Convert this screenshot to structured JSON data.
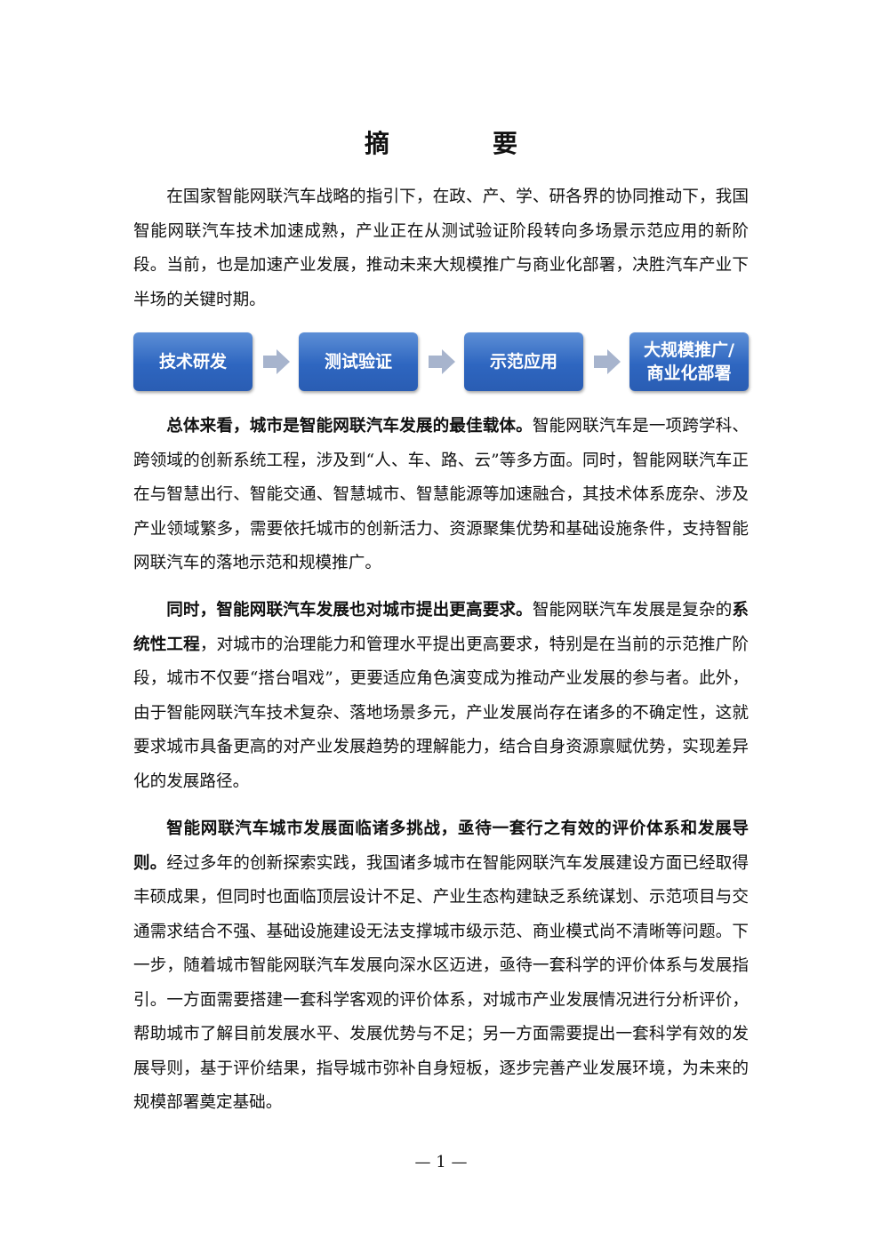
{
  "title": "摘　要",
  "intro": "在国家智能网联汽车战略的指引下，在政、产、学、研各界的协同推动下，我国智能网联汽车技术加速成熟，产业正在从测试验证阶段转向多场景示范应用的新阶段。当前，也是加速产业发展，推动未来大规模推广与商业化部署，决胜汽车产业下半场的关键时期。",
  "flow": {
    "step1": "技术研发",
    "step2": "测试验证",
    "step3": "示范应用",
    "step4_line1": "大规模推广/",
    "step4_line2": "商业化部署",
    "box_color": "#2e66c0",
    "arrow_color": "#a7b4cd"
  },
  "para2": {
    "bold": "总体来看，城市是智能网联汽车发展的最佳载体。",
    "text": "智能网联汽车是一项跨学科、跨领域的创新系统工程，涉及到“人、车、路、云”等多方面。同时，智能网联汽车正在与智慧出行、智能交通、智慧城市、智慧能源等加速融合，其技术体系庞杂、涉及产业领域繁多，需要依托城市的创新活力、资源聚集优势和基础设施条件，支持智能网联汽车的落地示范和规模推广。"
  },
  "para3": {
    "bold": "同时，智能网联汽车发展也对城市提出更高要求。",
    "text1": "智能网联汽车发展是复杂的",
    "bold2": "系统性工程",
    "text2": "，对城市的治理能力和管理水平提出更高要求，特别是在当前的示范推广阶段，城市不仅要“搭台唱戏”，更要适应角色演变成为推动产业发展的参与者。此外，由于智能网联汽车技术复杂、落地场景多元，产业发展尚存在诸多的不确定性，这就要求城市具备更高的对产业发展趋势的理解能力，结合自身资源禀赋优势，实现差异化的发展路径。"
  },
  "para4": {
    "bold": "智能网联汽车城市发展面临诸多挑战，亟待一套行之有效的评价体系和发展导则。",
    "text": "经过多年的创新探索实践，我国诸多城市在智能网联汽车发展建设方面已经取得丰硕成果，但同时也面临顶层设计不足、产业生态构建缺乏系统谋划、示范项目与交通需求结合不强、基础设施建设无法支撑城市级示范、商业模式尚不清晰等问题。下一步，随着城市智能网联汽车发展向深水区迈进，亟待一套科学的评价体系与发展指引。一方面需要搭建一套科学客观的评价体系，对城市产业发展情况进行分析评价，帮助城市了解目前发展水平、发展优势与不足；另一方面需要提出一套科学有效的发展导则，基于评价结果，指导城市弥补自身短板，逐步完善产业发展环境，为未来的规模部署奠定基础。"
  },
  "footer": "— 1 —"
}
